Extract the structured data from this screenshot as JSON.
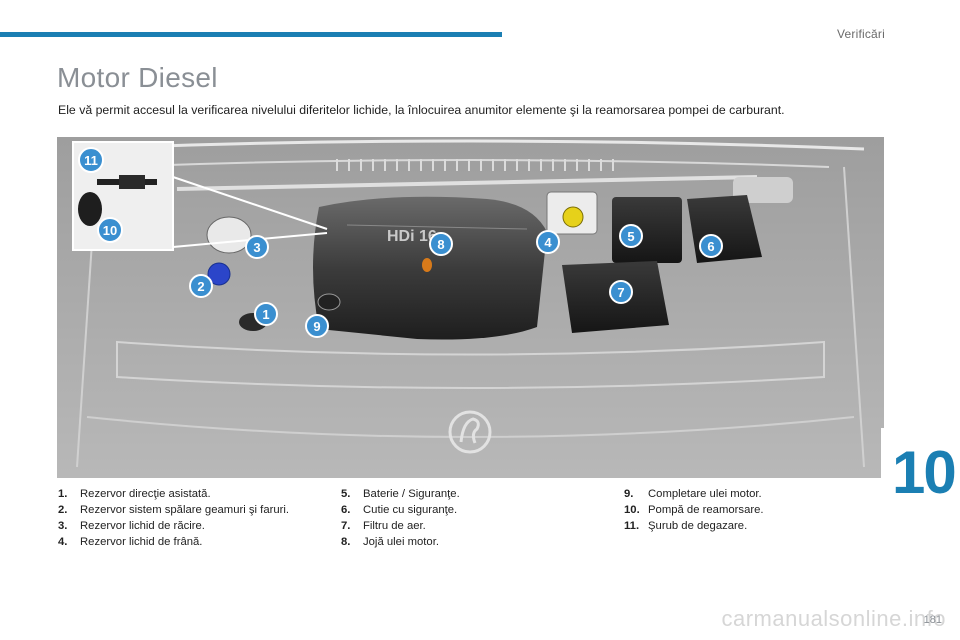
{
  "header": {
    "section": "Verificări"
  },
  "page": {
    "title": "Motor Diesel",
    "intro": "Ele vă permit accesul la verificarea nivelului diferitelor lichide, la înlocuirea anumitor elemente şi la reamorsarea pompei de carburant.",
    "chapter": "10",
    "page_number": "181",
    "watermark": "carmanualsonline.info"
  },
  "photo": {
    "engine_badge": "HDi 16",
    "callouts": [
      "1",
      "2",
      "3",
      "4",
      "5",
      "6",
      "7",
      "8",
      "9",
      "10",
      "11"
    ]
  },
  "legend": {
    "col1": [
      {
        "num": "1.",
        "text": "Rezervor direcţie asistată."
      },
      {
        "num": "2.",
        "text": "Rezervor sistem spălare geamuri şi faruri."
      },
      {
        "num": "3.",
        "text": "Rezervor lichid de răcire."
      },
      {
        "num": "4.",
        "text": "Rezervor lichid de frână."
      }
    ],
    "col2": [
      {
        "num": "5.",
        "text": "Baterie / Siguranţe."
      },
      {
        "num": "6.",
        "text": "Cutie cu siguranţe."
      },
      {
        "num": "7.",
        "text": "Filtru de aer."
      },
      {
        "num": "8.",
        "text": "Jojă ulei motor."
      }
    ],
    "col3": [
      {
        "num": "9.",
        "text": "Completare ulei motor."
      },
      {
        "num": "10.",
        "text": "Pompă de reamorsare."
      },
      {
        "num": "11.",
        "text": "Şurub de degazare."
      }
    ]
  },
  "colors": {
    "accent": "#1b7fb3",
    "title_gray": "#8a8f95",
    "callout_blue": "#3a8fd0"
  }
}
